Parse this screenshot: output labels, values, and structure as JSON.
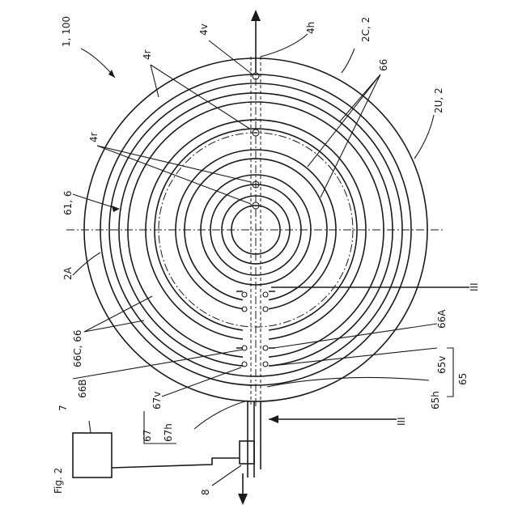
{
  "figure": {
    "caption": "Fig. 2",
    "labels": {
      "ref_1_100": "1, 100",
      "ref_4v": "4v",
      "ref_4h": "4h",
      "ref_2C_2": "2C, 2",
      "ref_66_top": "66",
      "ref_4r_top": "4r",
      "ref_2U_2": "2U, 2",
      "ref_4r_mid": "4r",
      "ref_61_6": "61, 6",
      "ref_2A": "2A",
      "ref_III_top": "III",
      "ref_66A": "66A",
      "ref_66C_66": "66C, 66",
      "ref_66B": "66B",
      "ref_65v": "65v",
      "ref_65": "65",
      "ref_65h": "65h",
      "ref_67v": "67v",
      "ref_67": "67",
      "ref_67h": "67h",
      "ref_III_bottom": "III",
      "ref_7": "7",
      "ref_8": "8"
    }
  }
}
